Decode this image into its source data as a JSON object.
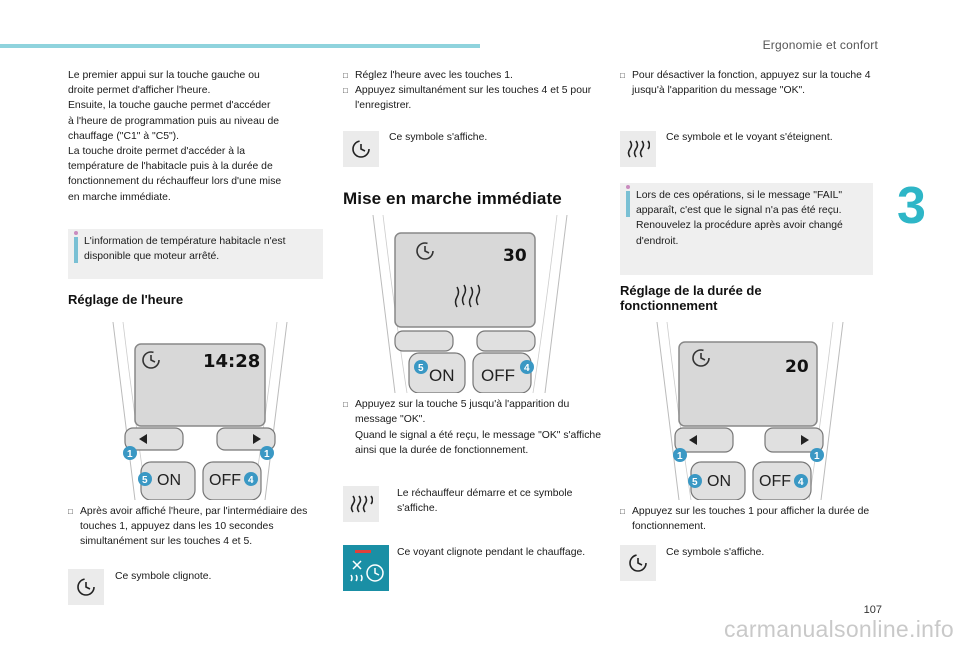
{
  "header": {
    "chapter": "Ergonomie et confort",
    "chapter_number": "3"
  },
  "footer": {
    "page_number": "107",
    "watermark": "carmanualsonline.info"
  },
  "col1": {
    "intro": [
      "Le premier appui sur la touche gauche ou",
      "droite permet d'afficher l'heure.",
      "Ensuite, la touche gauche permet d'accéder",
      "à l'heure de programmation puis au niveau de",
      "chauffage (\"C1\" à \"C5\").",
      "La touche droite permet d'accéder à la",
      "température de l'habitacle puis à la durée de",
      "fonctionnement du réchauffeur lors d'une mise",
      "en marche immédiate."
    ],
    "note": "L'information de température habitacle n'est disponible que moteur arrêté.",
    "heading": "Réglage de l'heure",
    "remote": {
      "screen_value": "14:28",
      "btn_on": "ON",
      "btn_off": "OFF",
      "n1": "1",
      "n4": "4",
      "n5": "5"
    },
    "step": "Après avoir affiché l'heure, par l'intermédiaire des touches 1, appuyez dans les 10 secondes simultanément sur les touches 4 et 5.",
    "icon_text": "Ce symbole clignote."
  },
  "col2": {
    "step1": "Réglez l'heure avec les touches 1.",
    "step2": "Appuyez simultanément sur les touches 4 et 5 pour l'enregistrer.",
    "icon_text": "Ce symbole s'affiche.",
    "heading": "Mise en marche immédiate",
    "remote": {
      "screen_value": "30",
      "btn_on": "ON",
      "btn_off": "OFF",
      "n4": "4",
      "n5": "5"
    },
    "step3": "Appuyez sur la touche 5 jusqu'à l'apparition du message \"OK\".",
    "step3b": "Quand le signal a été reçu, le message \"OK\" s'affiche ainsi que la durée de fonctionnement.",
    "icon2_text": "Le réchauffeur démarre et ce symbole s'affiche.",
    "icon3_text": "Ce voyant clignote pendant le chauffage."
  },
  "col3": {
    "step1": "Pour désactiver la fonction, appuyez sur la touche 4 jusqu'à l'apparition du message \"OK\".",
    "icon_text": "Ce symbole et le voyant s'éteignent.",
    "note": "Lors de ces opérations, si le message \"FAIL\" apparaît, c'est que le signal n'a pas été reçu. Renouvelez la procédure après avoir changé d'endroit.",
    "heading": "Réglage de la durée de fonctionnement",
    "remote": {
      "screen_value": "20",
      "btn_on": "ON",
      "btn_off": "OFF",
      "n1": "1",
      "n4": "4",
      "n5": "5"
    },
    "step2": "Appuyez sur les touches 1 pour afficher la durée de fonctionnement.",
    "icon2_text": "Ce symbole s'affiche."
  },
  "colors": {
    "accent": "#2eb6c7",
    "topbar": "#8fd3dd",
    "note_bg": "#efefef",
    "badge": "#3a98c4",
    "screen": "#dcdcdc",
    "warning_icon_bg": "#1a8fa5"
  }
}
